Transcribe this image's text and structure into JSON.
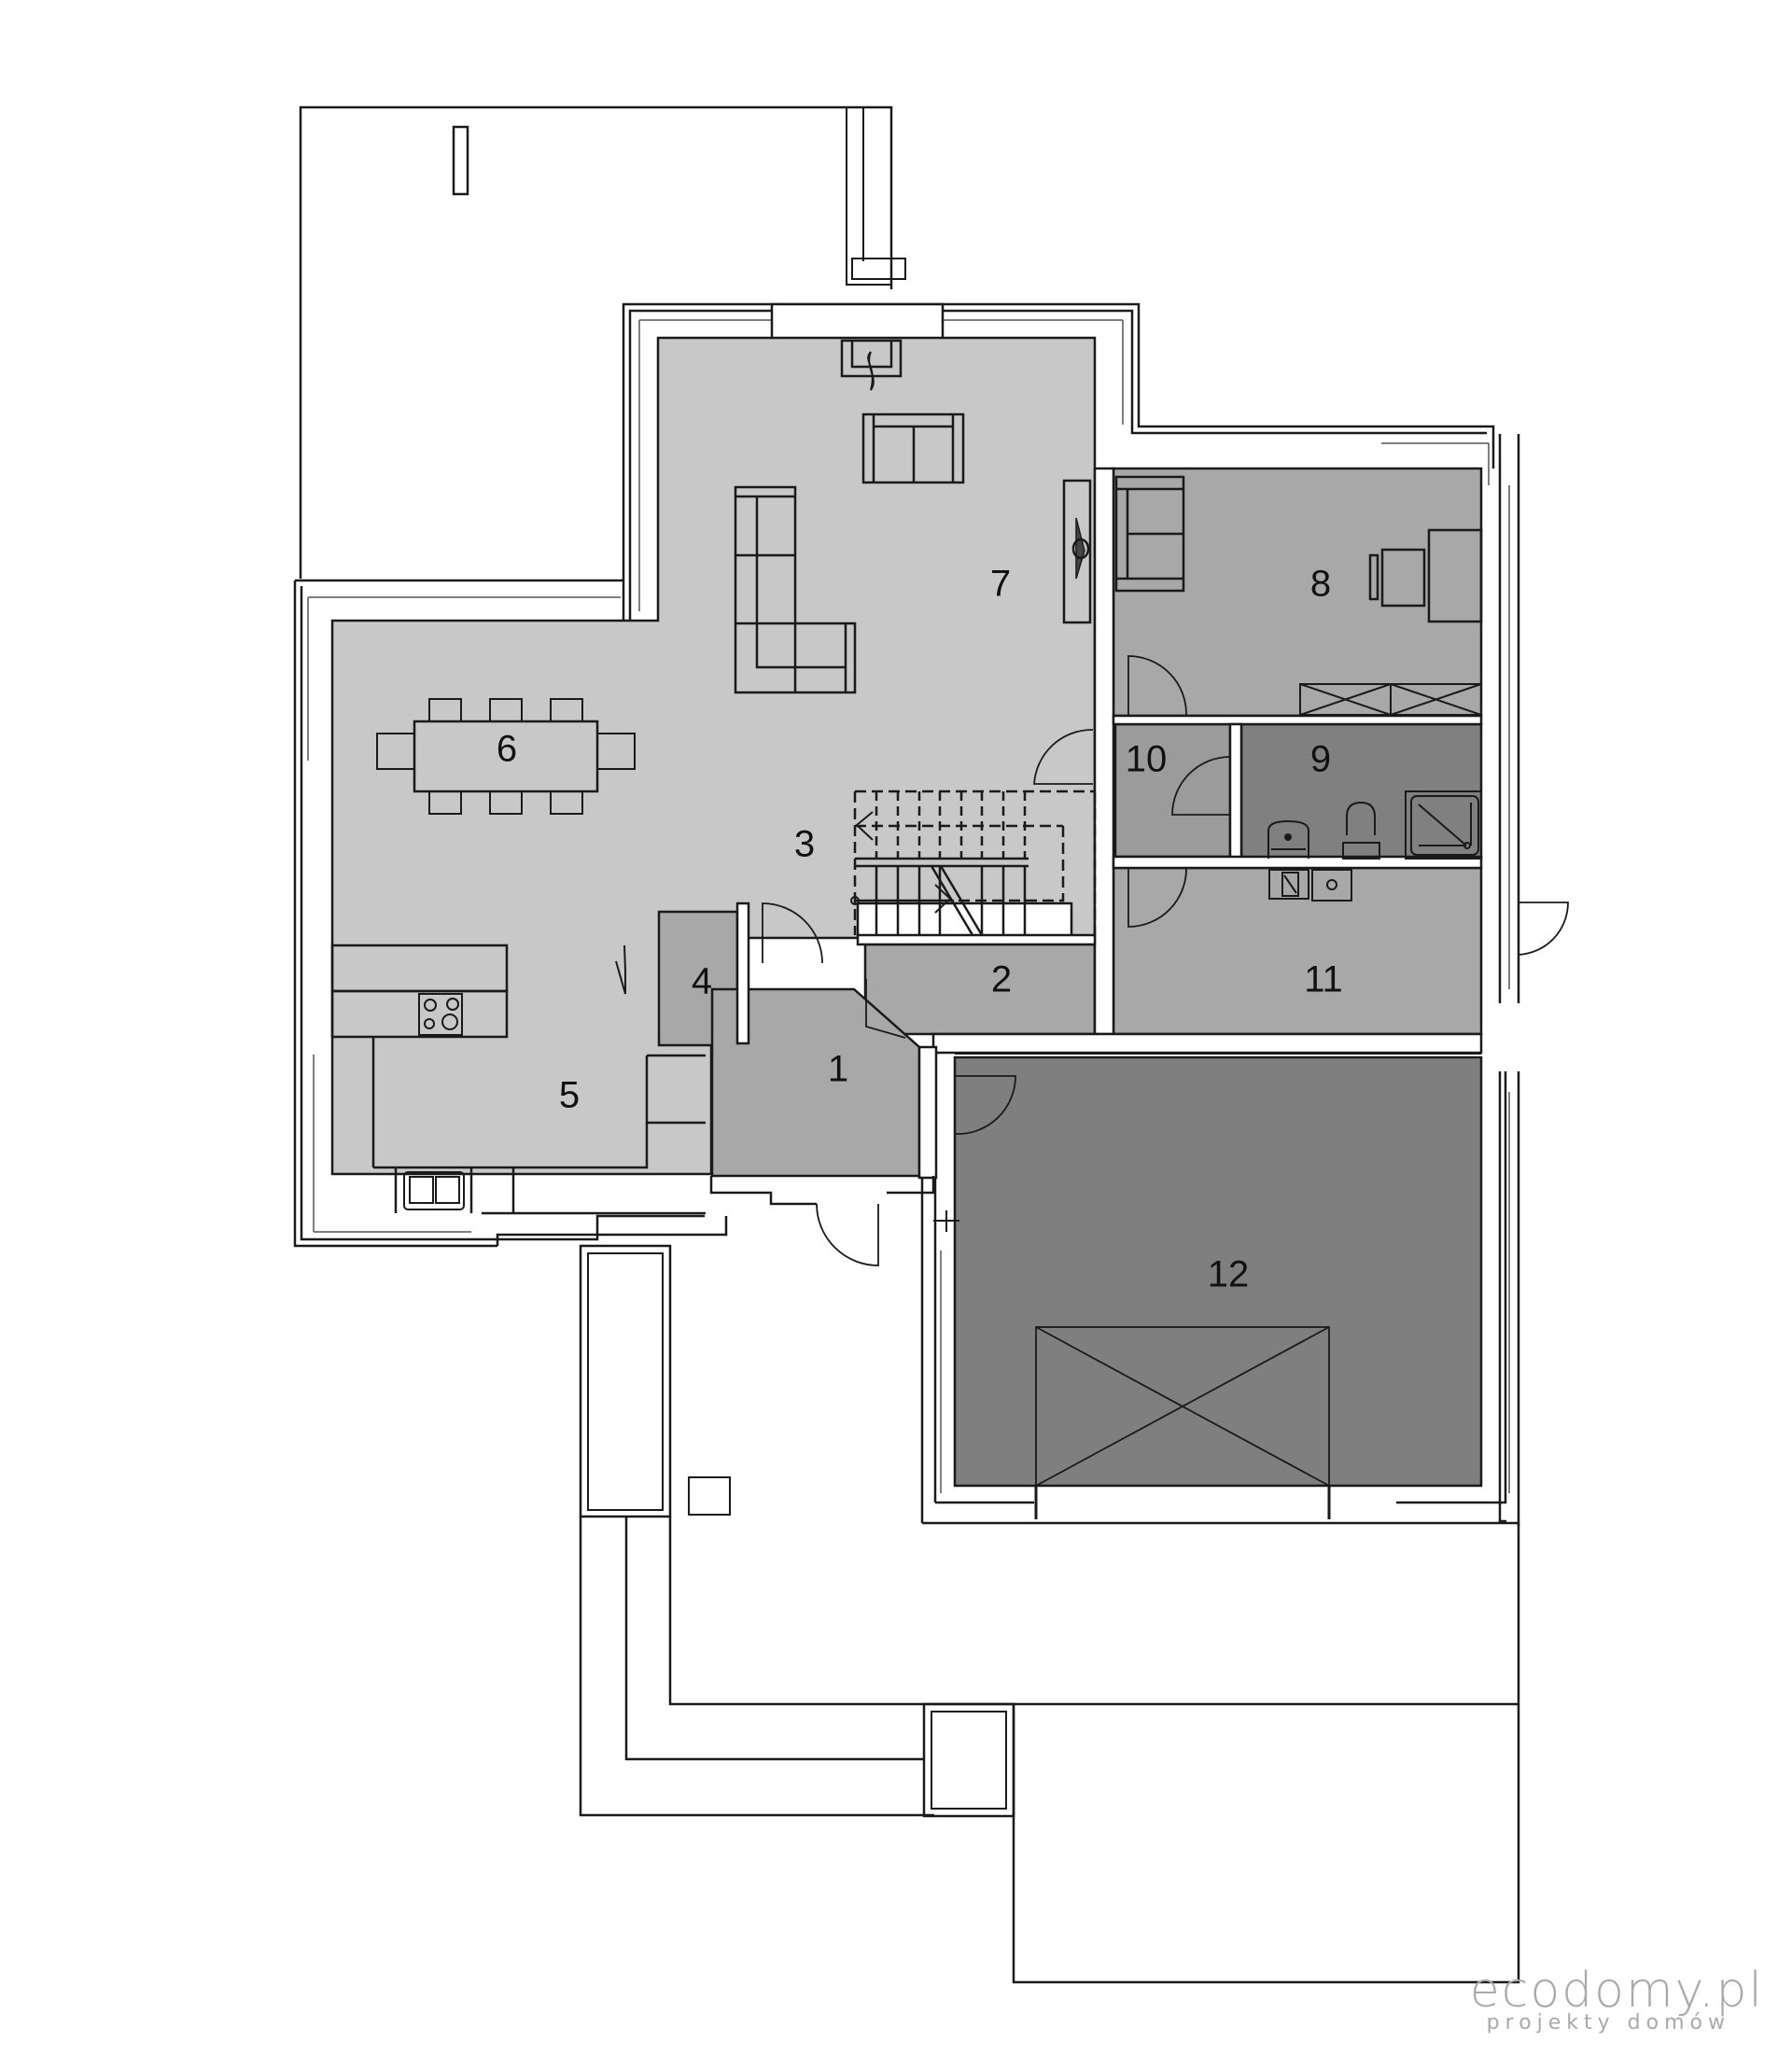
{
  "plan": {
    "type": "ground floor plan",
    "colors": {
      "wall": "#ffffff",
      "line": "#1a1a1a",
      "day_zone": "#c8c8c8",
      "service_zone": "#a8a8a8",
      "wet_zone": "#808080",
      "garage": "#7f7f7f",
      "terrace": "#ffffff"
    },
    "rooms": [
      {
        "id": "1",
        "label": "1"
      },
      {
        "id": "2",
        "label": "2"
      },
      {
        "id": "3",
        "label": "3"
      },
      {
        "id": "4",
        "label": "4"
      },
      {
        "id": "5",
        "label": "5"
      },
      {
        "id": "6",
        "label": "6"
      },
      {
        "id": "7",
        "label": "7"
      },
      {
        "id": "8",
        "label": "8"
      },
      {
        "id": "9",
        "label": "9"
      },
      {
        "id": "10",
        "label": "10"
      },
      {
        "id": "11",
        "label": "11"
      },
      {
        "id": "12",
        "label": "12"
      }
    ],
    "furniture_icons": [
      "fireplace-icon",
      "sofa-icon",
      "corner-sofa-icon",
      "tv-icon",
      "dining-table-icon",
      "chair-icon",
      "stove-icon",
      "sink-icon",
      "armchair-icon",
      "desk-icon",
      "wardrobe-icon",
      "washbasin-icon",
      "toilet-icon",
      "shower-icon",
      "boiler-icon",
      "staircase-icon",
      "garage-car-icon"
    ]
  },
  "logo": {
    "brand": "ecodomy.pl",
    "tagline": "projekty domów"
  }
}
